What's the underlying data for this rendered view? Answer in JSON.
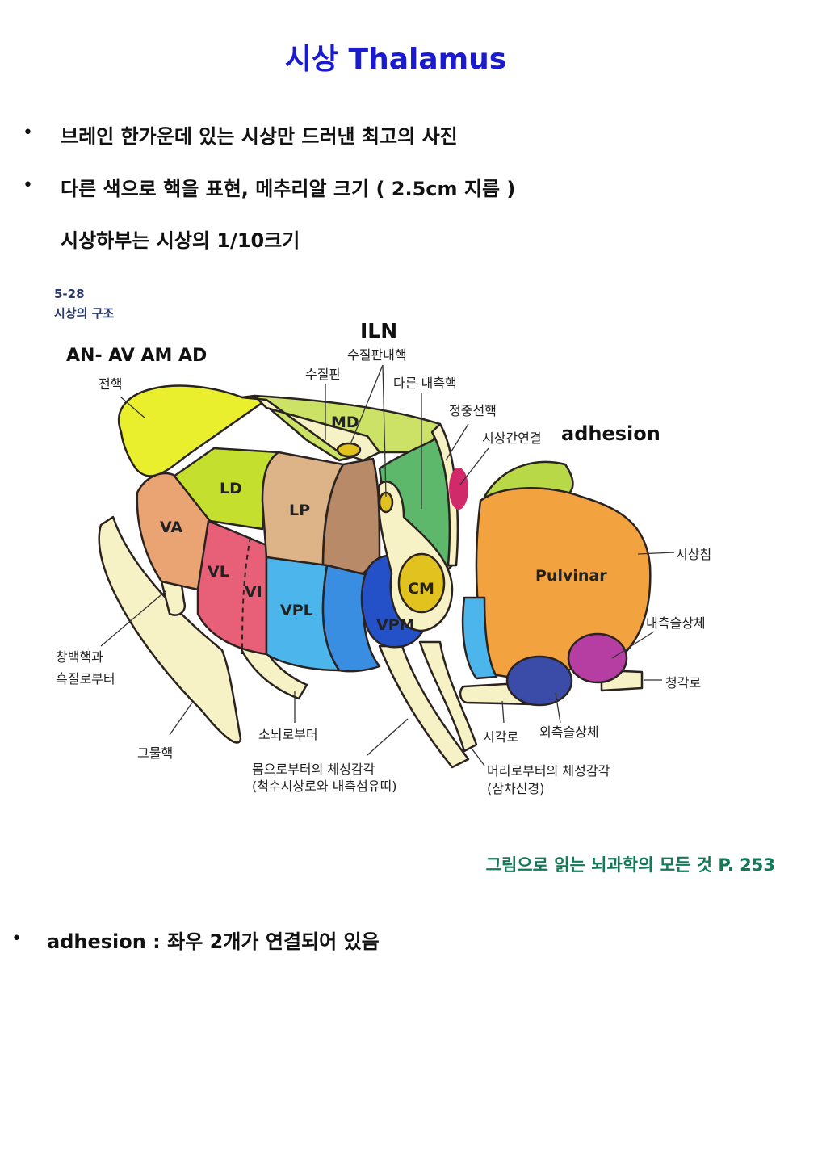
{
  "title": "시상 Thalamus",
  "bullets": [
    {
      "symbol": "•",
      "text": "브레인 한가운데 있는 시상만 드러낸 최고의 사진"
    },
    {
      "symbol": "•",
      "text": "다른 색으로 핵을 표현, 메추리알 크기 ( 2.5cm 지름 )"
    },
    {
      "symbol": "",
      "text": "시상하부는 시상의 1/10크기"
    }
  ],
  "figure": {
    "number": "5-28",
    "caption": "시상의 구조",
    "annotations": {
      "an": "AN- AV AM AD",
      "iln": "ILN",
      "adhesion": "adhesion"
    },
    "nuclei": {
      "md": "MD",
      "ld": "LD",
      "lp": "LP",
      "va": "VA",
      "vl": "VL",
      "vi": "VI",
      "vpl": "VPL",
      "vpm": "VPM",
      "cm": "CM",
      "pulvinar": "Pulvinar"
    },
    "labels": {
      "anterior": "전핵",
      "lamina": "수질판",
      "intralaminar": "수질판내핵",
      "other_medial": "다른 내측핵",
      "midline": "정중선핵",
      "interthalamic": "시상간연결",
      "pulvinar_kr": "시상침",
      "mgn": "내측슬상체",
      "auditory": "청각로",
      "lgn": "외측슬상체",
      "optic": "시각로",
      "head_somato_1": "머리로부터의 체성감각",
      "head_somato_2": "(삼차신경)",
      "body_somato_1": "몸으로부터의 체성감각",
      "body_somato_2": "(척수시상로와 내측섬유띠)",
      "cerebellar": "소뇌로부터",
      "reticular": "그물핵",
      "pallidal_1": "창백핵과",
      "pallidal_2": "흑질로부터"
    },
    "colors": {
      "anterior": "#e9ef2c",
      "md": "#cbe266",
      "ld": "#c5df2f",
      "va": "#eaa474",
      "vl": "#e86078",
      "lp": "#dcb488",
      "brown": "#b98a68",
      "green": "#5db86c",
      "vpl": "#4cb6ec",
      "vpl_dark": "#3a8ee2",
      "vpm": "#2450c8",
      "cm": "#e2c21e",
      "pulvinar": "#f2a23e",
      "lgn": "#3b4ca8",
      "mgn": "#b63ea2",
      "adhesion": "#d12a6a",
      "tract": "#f7f1c6"
    }
  },
  "source": "그림으로 읽는 뇌과학의 모든 것  P. 253",
  "note": {
    "symbol": "•",
    "text": "adhesion : 좌우 2개가 연결되어 있음"
  }
}
